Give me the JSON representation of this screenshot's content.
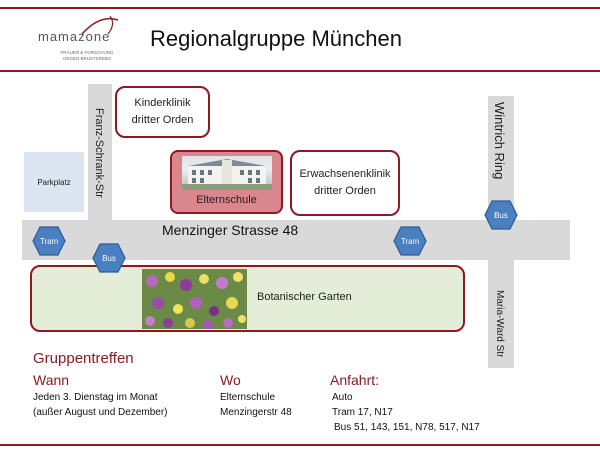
{
  "header": {
    "logo_text": "mamazone",
    "logo_sub_1": "FRAUEN & FORSCHUNG",
    "logo_sub_2": "GEGEN BRUSTKREBS",
    "title": "Regionalgruppe München"
  },
  "colors": {
    "accent": "#8b1a22",
    "road": "#d9d9d9",
    "hex_fill": "#4a7fc1",
    "hex_stroke": "#2e5b94",
    "parking": "#dce6f2",
    "garden": "#e3edd8",
    "elternschule_fill": "#d9868c"
  },
  "map": {
    "streets": {
      "franz": "Franz-Schrank-Str",
      "wintrich": "Wintrich Ring",
      "maria": "Maria-Ward Str",
      "menzinger": "Menzinger Strasse 48"
    },
    "places": {
      "parkplatz": "Parkplatz",
      "kinderklinik": [
        "Kinderklinik",
        "dritter Orden"
      ],
      "elternschule": "Elternschule",
      "erwachsenenklinik": [
        "Erwachsenenklinik",
        "dritter Orden"
      ],
      "garten": "Botanischer Garten"
    },
    "stops": {
      "tram_left": "Tram",
      "bus_left": "Bus",
      "tram_right": "Tram",
      "bus_right": "Bus"
    }
  },
  "info": {
    "title": "Gruppentreffen",
    "wann": {
      "heading": "Wann",
      "lines": [
        "Jeden 3. Dienstag im Monat",
        "(außer August und Dezember)"
      ]
    },
    "wo": {
      "heading": "Wo",
      "lines": [
        "Elternschule",
        "Menzingerstr 48"
      ]
    },
    "anfahrt": {
      "heading": "Anfahrt:",
      "lines": [
        "Auto",
        "Tram 17, N17",
        "Bus 51, 143, 151, N78, 517, N17"
      ]
    }
  }
}
